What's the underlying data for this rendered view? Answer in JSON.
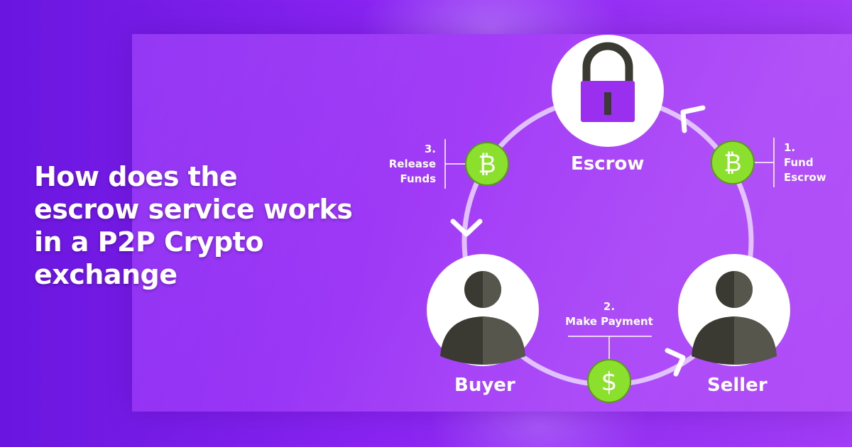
{
  "headline": {
    "line1": "How does the",
    "line2": "escrow service works",
    "line3": "in a P2P Crypto",
    "line4": "exchange"
  },
  "nodes": {
    "escrow": "Escrow",
    "buyer": "Buyer",
    "seller": "Seller"
  },
  "steps": {
    "fund": {
      "number": "1.",
      "line1": "Fund",
      "line2": "Escrow"
    },
    "payment": {
      "number": "2.",
      "line1": "Make Payment"
    },
    "release": {
      "number": "3.",
      "line1": "Release",
      "line2": "Funds"
    }
  },
  "coins": {
    "bitcoin": "₿",
    "dollar": "$"
  },
  "colors": {
    "background": "#7a1ee6",
    "panel": "#a43ef7",
    "coin": "#8be02e",
    "coin_border": "#5a9a16",
    "icon_dark": "#3a3a32",
    "lock": "#9b2ff0",
    "text": "#ffffff"
  }
}
